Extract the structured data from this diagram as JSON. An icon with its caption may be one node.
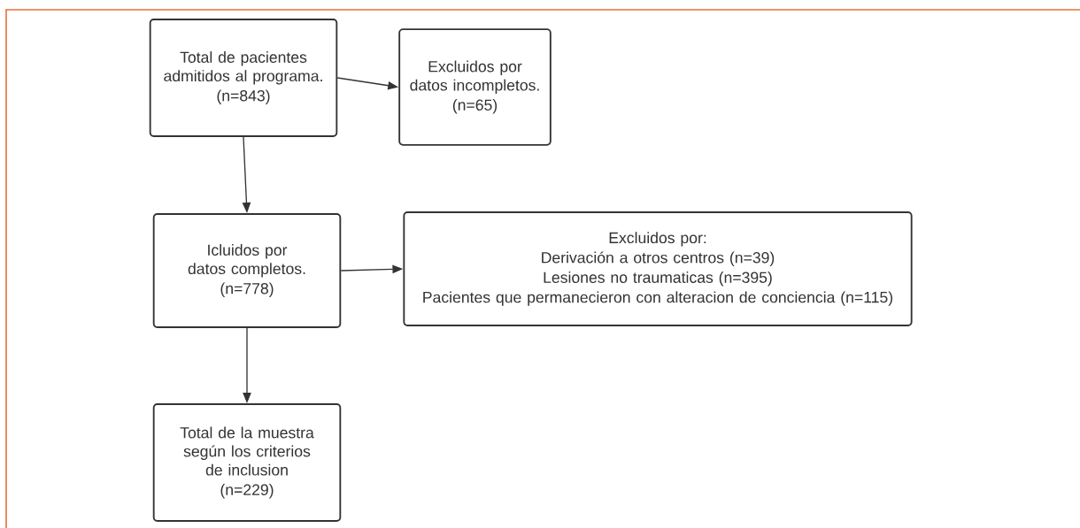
{
  "diagram": {
    "nodes": [
      {
        "text": [
          "Total de pacientes admitidos al programa.",
          "(n=843)"
        ]
      },
      {
        "text": [
          "Excluidos por datos incompletos.",
          "(n=65)"
        ]
      },
      {
        "text": [
          "Icluidos por datos completos.",
          "(n=778)"
        ]
      },
      {
        "text": [
          "Excluidos por:",
          "Derivación a otros centros (n=39)",
          "Lesiones no traumaticas (n=395)",
          "Pacientes que permanecieron con alteracion de conciencia (n=115)"
        ]
      },
      {
        "text": [
          "Total de la muestra según los criterios de inclusion",
          "(n=229)"
        ]
      }
    ],
    "edges": [
      {
        "from": 0,
        "to": 1,
        "arrow": "to"
      },
      {
        "from": 0,
        "to": 2,
        "arrow": "to"
      },
      {
        "from": 2,
        "to": 3,
        "arrow": "to"
      },
      {
        "from": 2,
        "to": 4,
        "arrow": "to"
      }
    ]
  }
}
